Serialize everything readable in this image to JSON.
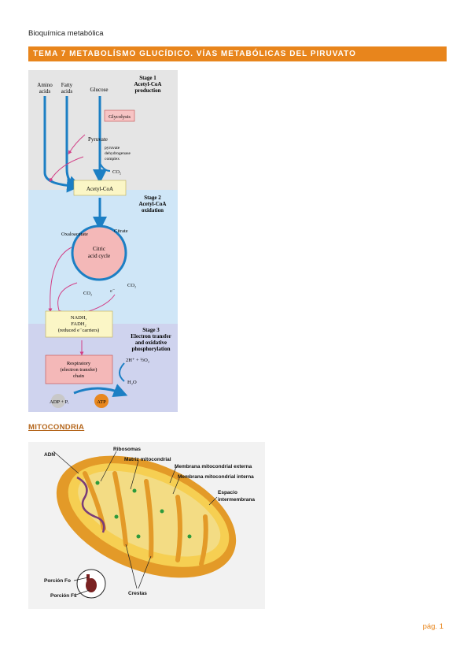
{
  "header": {
    "running_title": "Bioquímica metabólica"
  },
  "chapter": {
    "title": "TEMA 7 METABOLÍSMO GLUCÍDICO. VÍAS METABÓLICAS DEL PIRUVATO"
  },
  "pathway_figure": {
    "sources": [
      "Amino",
      "acids",
      "Fatty",
      "acids",
      "Glucose"
    ],
    "stage1": [
      "Stage 1",
      "Acetyl-CoA",
      "production"
    ],
    "stage2": [
      "Stage 2",
      "Acetyl-CoA",
      "oxidation"
    ],
    "stage3": [
      "Stage 3",
      "Electron transfer",
      "and oxidative",
      "phosphorylation"
    ],
    "glycolysis": "Glycolysis",
    "pyruvate": "Pyruvate",
    "pdh": [
      "pyruvate",
      "dehydrogenase",
      "complex"
    ],
    "co2": "CO₂",
    "acetyl_coa": "Acetyl-CoA",
    "oxaloacetate": "Oxaloacetate",
    "citrate": "Citrate",
    "citric_cycle": [
      "Citric",
      "acid cycle"
    ],
    "carriers": [
      "NADH,",
      "FADH₂",
      "(reduced e⁻carriers)"
    ],
    "chain": [
      "Respiratory",
      "(electron transfer)",
      "chain"
    ],
    "o2": "2H⁺ + ½O₂",
    "h2o": "H₂O",
    "adp": "ADP + Pᵢ",
    "atp": "ATP",
    "electron": "e⁻"
  },
  "section": {
    "title": "MITOCONDRIA"
  },
  "mito_figure": {
    "labels": [
      "ADN",
      "Ribosomas",
      "Matriz mitocondrial",
      "Membrana mitocondrial externa",
      "Membrana mitocondrial interna",
      "Espacio",
      "intermembrana",
      "Porción Fo",
      "Porción F1",
      "Crestas"
    ]
  },
  "footer": {
    "page": "pág. 1"
  }
}
